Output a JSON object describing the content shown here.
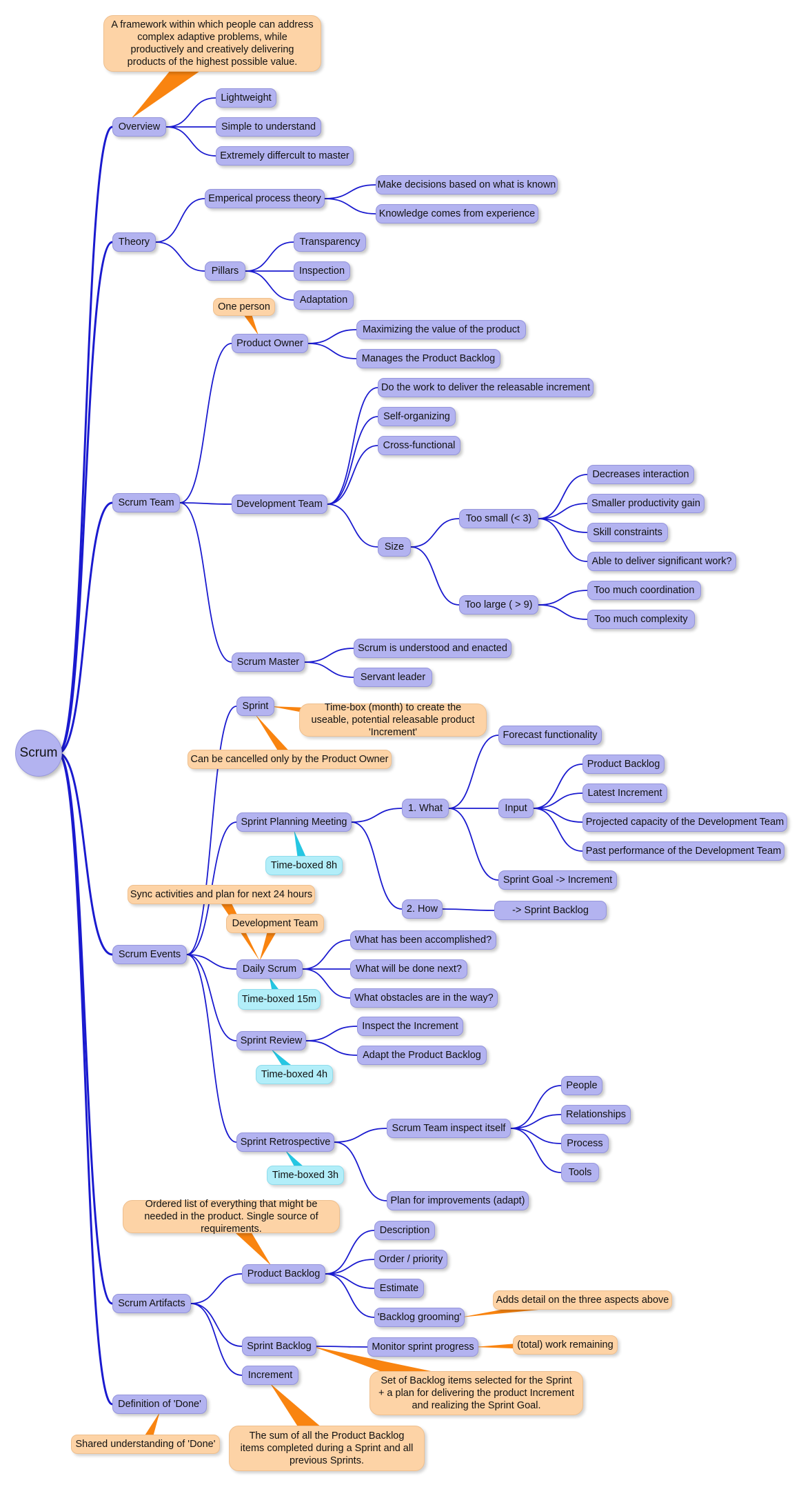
{
  "root": "Scrum",
  "overview": {
    "label": "Overview",
    "note": "A framework within which people can address complex adaptive problems, while productively and creatively delivering products of the highest possible value.",
    "items": [
      "Lightweight",
      "Simple to understand",
      "Extremely differcult to master"
    ]
  },
  "theory": {
    "label": "Theory",
    "empirical": "Emperical process theory",
    "empirical_items": [
      "Make decisions based on what is known",
      "Knowledge comes from experience"
    ],
    "pillars": "Pillars",
    "pillar_items": [
      "Transparency",
      "Inspection",
      "Adaptation"
    ]
  },
  "team": {
    "label": "Scrum Team",
    "po": "Product Owner",
    "po_note": "One person",
    "po_items": [
      "Maximizing the value of the product",
      "Manages the Product Backlog"
    ],
    "dev": "Development Team",
    "dev_items": [
      "Do the work to deliver the releasable increment",
      "Self-organizing",
      "Cross-functional"
    ],
    "size": "Size",
    "too_small": "Too small (< 3)",
    "too_small_items": [
      "Decreases interaction",
      "Smaller productivity gain",
      "Skill constraints",
      "Able to deliver significant work?"
    ],
    "too_large": "Too large ( > 9)",
    "too_large_items": [
      "Too much coordination",
      "Too much complexity"
    ],
    "sm": "Scrum Master",
    "sm_items": [
      "Scrum is understood and enacted",
      "Servant leader"
    ]
  },
  "events": {
    "label": "Scrum Events",
    "sprint": "Sprint",
    "sprint_note": "Time-box (month) to create the useable, potential releasable product 'Increment'",
    "sprint_cancel": "Can be cancelled only by the Product Owner",
    "planning": "Sprint Planning Meeting",
    "planning_time": "Time-boxed 8h",
    "what": "1. What",
    "forecast": "Forecast functionality",
    "input": "Input",
    "input_items": [
      "Product Backlog",
      "Latest Increment",
      "Projected capacity of the Development Team",
      "Past performance of the Development Team"
    ],
    "goal": "Sprint Goal -> Increment",
    "how": "2. How",
    "how_item": "-> Sprint Backlog",
    "daily_note": "Sync activities and plan for next 24 hours",
    "daily_team": "Development Team",
    "daily": "Daily Scrum",
    "daily_time": "Time-boxed 15m",
    "daily_items": [
      "What has been accomplished?",
      "What will be done next?",
      "What obstacles are in the way?"
    ],
    "review": "Sprint Review",
    "review_time": "Time-boxed 4h",
    "review_items": [
      "Inspect the Increment",
      "Adapt the Product Backlog"
    ],
    "retro": "Sprint Retrospective",
    "retro_time": "Time-boxed 3h",
    "retro_inspect": "Scrum Team inspect itself",
    "retro_inspect_items": [
      "People",
      "Relationships",
      "Process",
      "Tools"
    ],
    "retro_plan": "Plan for improvements (adapt)"
  },
  "artifacts": {
    "label": "Scrum Artifacts",
    "pb_note": "Ordered list of everything that might be needed in the product. Single source of requirements.",
    "pb": "Product Backlog",
    "pb_items": [
      "Description",
      "Order / priority",
      "Estimate",
      "'Backlog grooming'"
    ],
    "grooming_note": "Adds detail on the three aspects above",
    "sb": "Sprint Backlog",
    "sb_item": "Monitor sprint progress",
    "sb_item_note": "(total) work remaining",
    "sb_note": "Set of Backlog items selected for the Sprint + a plan for delivering the product Increment and realizing the Sprint Goal.",
    "inc": "Increment",
    "inc_note": "The sum of all the Product Backlog items completed during a Sprint and all previous Sprints."
  },
  "done": {
    "label": "Definition of 'Done'",
    "note": "Shared understanding of 'Done'"
  },
  "colors": {
    "topic": "#b3b3f0",
    "link": "#1a1acf",
    "note": "#fdd3a6",
    "callout": "#f98410",
    "timebox": "#b2eef9",
    "timebox_callout": "#25c6e2"
  }
}
